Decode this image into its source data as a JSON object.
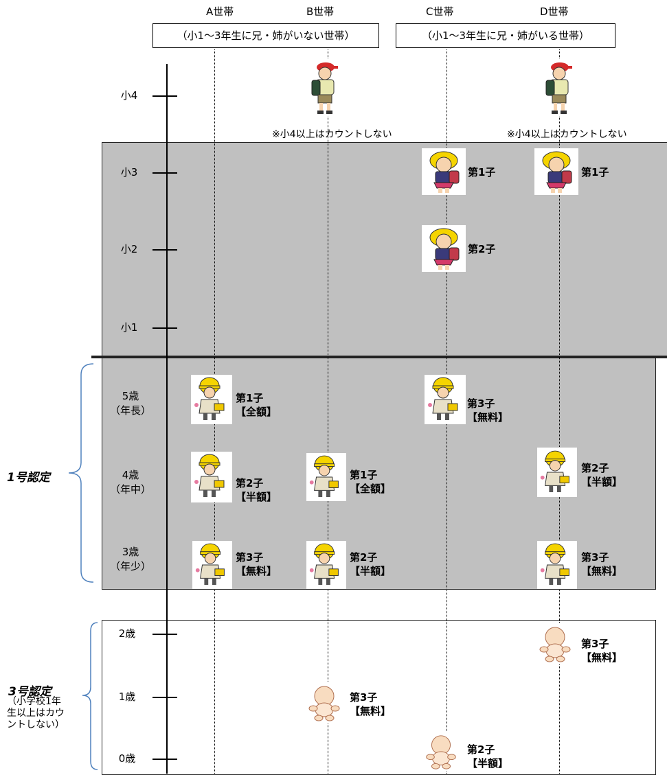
{
  "households": [
    {
      "name": "A世帯"
    },
    {
      "name": "B世帯"
    },
    {
      "name": "C世帯"
    },
    {
      "name": "D世帯"
    }
  ],
  "group_boxes": {
    "no_sibling": "（小1～3年生に兄・姉がいない世帯）",
    "with_sibling": "（小1～3年生に兄・姉がいる世帯）"
  },
  "age_labels": {
    "sho4": "小4",
    "sho3": "小3",
    "sho2": "小2",
    "sho1": "小1",
    "age5": "5歳",
    "age5_sub": "（年長）",
    "age4": "4歳",
    "age4_sub": "（年中）",
    "age3": "3歳",
    "age3_sub": "（年少）",
    "age2": "2歳",
    "age1": "1歳",
    "age0": "0歳"
  },
  "notes": {
    "b_no_count": "※小4以上はカウントしない",
    "d_no_count": "※小4以上はカウントしない"
  },
  "children": {
    "c_sho3": {
      "order": "第1子"
    },
    "d_sho3": {
      "order": "第1子"
    },
    "c_sho2": {
      "order": "第2子"
    },
    "a_5": {
      "order": "第1子",
      "fee": "【全額】"
    },
    "c_5": {
      "order": "第3子",
      "fee": "【無料】"
    },
    "a_4": {
      "order": "第2子",
      "fee": "【半額】"
    },
    "b_4": {
      "order": "第1子",
      "fee": "【全額】"
    },
    "d_4": {
      "order": "第2子",
      "fee": "【半額】"
    },
    "a_3": {
      "order": "第3子",
      "fee": "【無料】"
    },
    "b_3": {
      "order": "第2子",
      "fee": "【半額】"
    },
    "d_3": {
      "order": "第3子",
      "fee": "【無料】"
    },
    "d_2": {
      "order": "第3子",
      "fee": "【無料】"
    },
    "b_1": {
      "order": "第3子",
      "fee": "【無料】"
    },
    "c_0": {
      "order": "第2子",
      "fee": "【半額】"
    }
  },
  "certifications": {
    "type1": "1号認定",
    "type3": "3号認定",
    "type3_note": [
      "（小学校1年",
      "生以上はカウ",
      "ントしない）"
    ]
  },
  "colors": {
    "school_zone": "#c0c0c0",
    "hat_yellow": "#f5d400",
    "cap_red": "#d42a2a",
    "brace_blue": "#4f81bd"
  }
}
